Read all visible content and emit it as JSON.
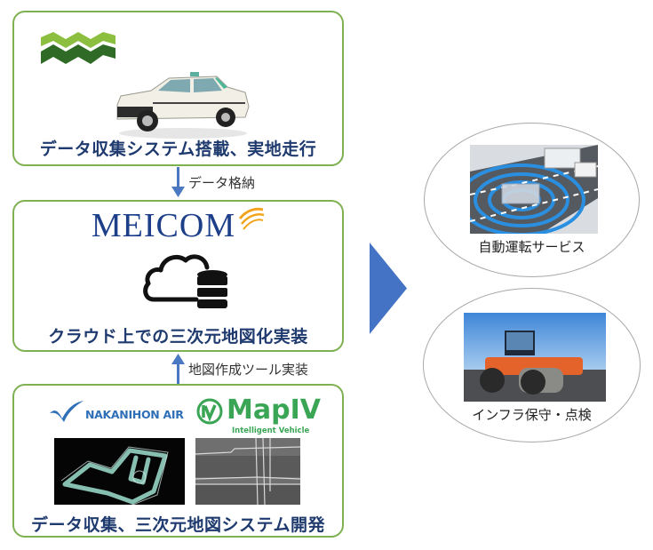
{
  "colors": {
    "box_border": "#7fb052",
    "caption_text": "#1f3a6e",
    "connector": "#4a78c2",
    "big_arrow": "#4472c4",
    "ellipse_border": "#a8a8a8",
    "meicom_blue": "#1d3f8a",
    "meicom_orange": "#f2a31b",
    "nakanihon_blue": "#2f6fb7",
    "mapiv_green": "#3aa655"
  },
  "boxes": {
    "vehicle": {
      "caption": "データ収集システム搭載、実地走行",
      "logo_icon": "mountain-chevron-logo",
      "image_icon": "taxi-car"
    },
    "cloud": {
      "logo_text": "MEICOM",
      "icon": "cloud-database",
      "caption": "クラウド上での三次元地図化実装"
    },
    "development": {
      "logo1_text": "NAKANIHON AIR",
      "logo2_text": "MapIV",
      "logo2_sub": "Intelligent Vehicle",
      "images": [
        "lidar-pointcloud-map",
        "gray-3d-map-render"
      ],
      "caption": "データ収集、三次元地図システム開発"
    }
  },
  "connectors": {
    "top_label": "データ格納",
    "bottom_label": "地図作成ツール実装"
  },
  "services": [
    {
      "label": "自動運転サービス",
      "image": "autonomous-vehicle-sensors"
    },
    {
      "label": "インフラ保守・点検",
      "image": "road-roller"
    }
  ]
}
